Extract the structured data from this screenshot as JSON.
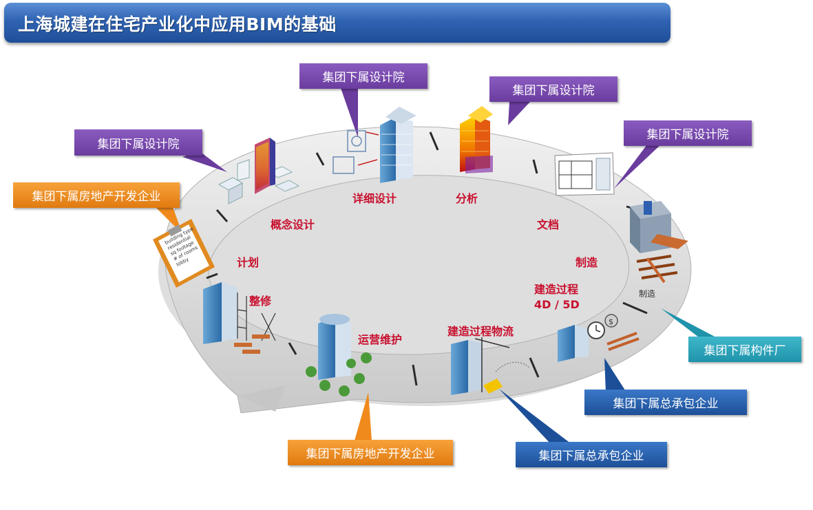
{
  "title": "上海城建在住宅产业化中应用BIM的基础",
  "stages": {
    "concept": "概念设计",
    "detail": "详细设计",
    "analysis": "分析",
    "docs": "文档",
    "plan": "计划",
    "manufacture": "制造",
    "refurbish": "整修",
    "construction_process_l1": "建造过程",
    "construction_process_l2": "4D / 5D",
    "operation": "运营维护",
    "logistics": "建造过程物流"
  },
  "icon_labels": {
    "factory_label": "制造"
  },
  "clipboard_lines": [
    "building type",
    "residential",
    "sq footage",
    "# of rooms",
    "lobby"
  ],
  "callouts": {
    "design_institute_1": "集团下属设计院",
    "design_institute_2": "集团下属设计院",
    "design_institute_3": "集团下属设计院",
    "design_institute_4": "集团下属设计院",
    "developer_1": "集团下属房地产开发企业",
    "developer_2": "集团下属房地产开发企业",
    "component_factory": "集团下属构件厂",
    "general_contractor_1": "集团下属总承包企业",
    "general_contractor_2": "集团下属总承包企业"
  },
  "colors": {
    "title_bar": "#2f63b2",
    "stage_text": "#c8102e",
    "purple": "#6a3c9e",
    "orange": "#e07a10",
    "teal": "#1f93aa",
    "blue": "#1d4f98",
    "ring": "#d9d9d9"
  }
}
